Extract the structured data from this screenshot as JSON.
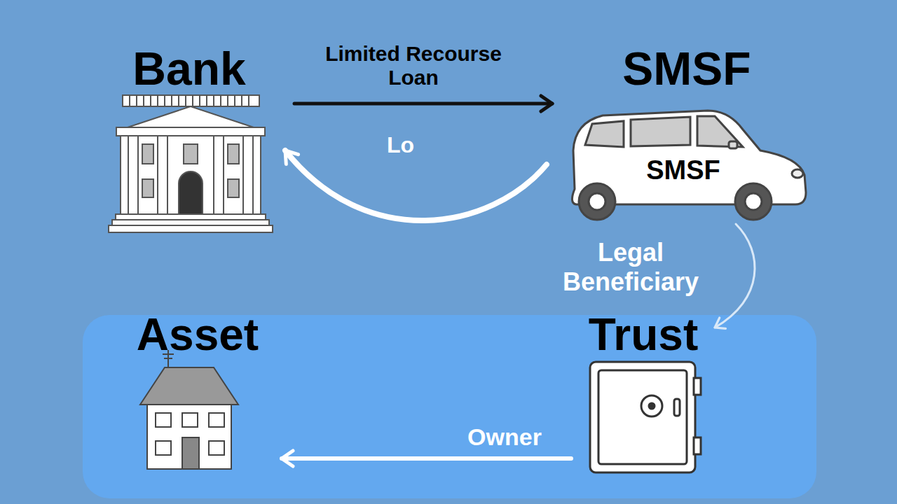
{
  "diagram": {
    "nodes": [
      {
        "text": [
          "Bank"
        ]
      },
      {
        "text": [
          "SMSF",
          "SMSF"
        ]
      },
      {
        "text": [
          "Asset"
        ]
      },
      {
        "text": [
          "Trust"
        ]
      }
    ],
    "edges": [
      {
        "from": 0,
        "to": 1,
        "arrow": "to",
        "label": "Limited Recourse Loan"
      },
      {
        "from": 1,
        "to": 0,
        "arrow": "to",
        "label": "Lo"
      },
      {
        "from": 1,
        "to": 3,
        "arrow": "to",
        "label": "Legal Beneficiary"
      },
      {
        "from": 3,
        "to": 2,
        "arrow": "to",
        "label": "Owner"
      }
    ]
  }
}
